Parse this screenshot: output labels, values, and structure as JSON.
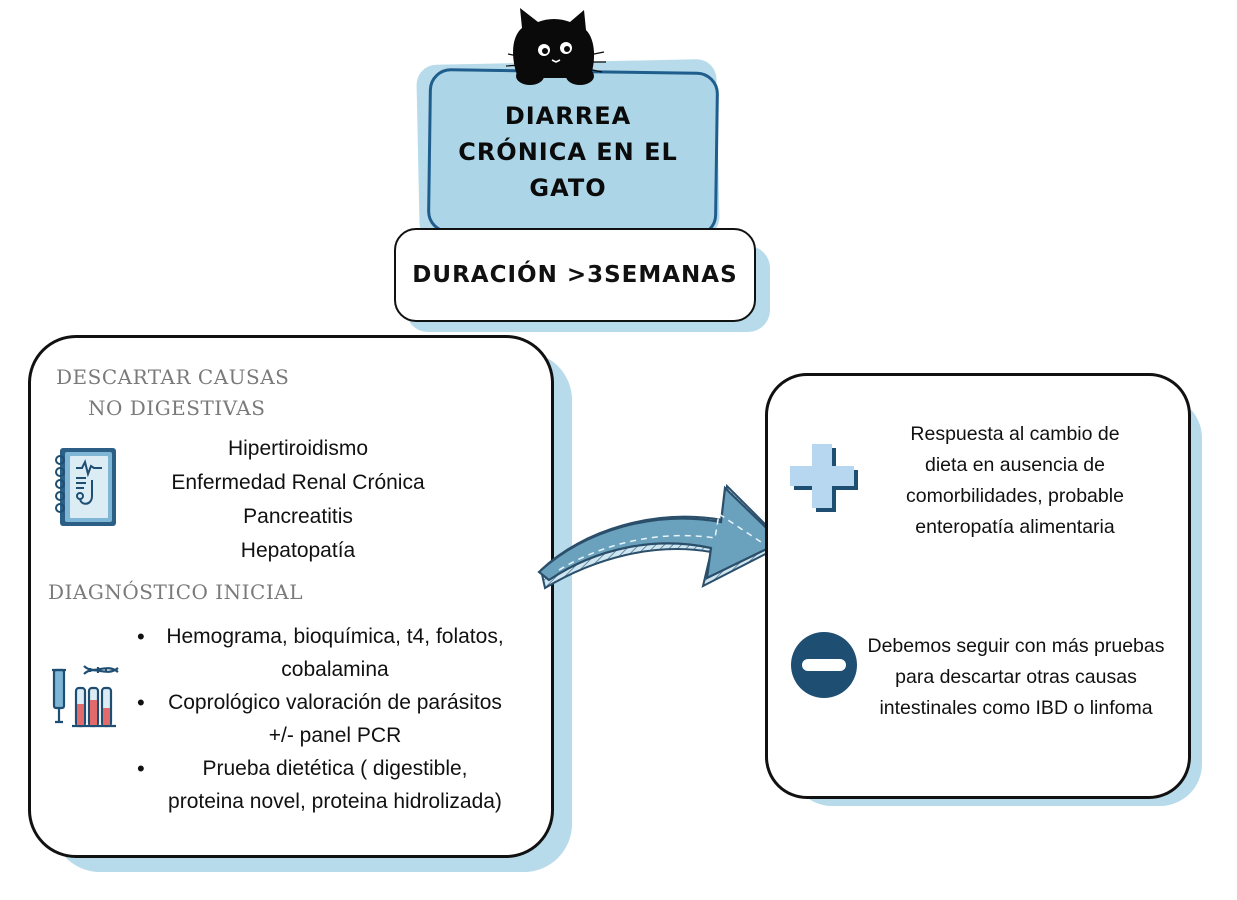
{
  "title": {
    "lines": [
      "DIARREA",
      "CRÓNICA EN EL",
      "GATO"
    ]
  },
  "duration": {
    "label": "DURACIÓN >3SEMANAS"
  },
  "left_panel": {
    "section1_line1": "DESCARTAR CAUSAS",
    "section1_line2": "NO DIGESTIVAS",
    "causes": [
      "Hipertiroidismo",
      "Enfermedad Renal Crónica",
      "Pancreatitis",
      "Hepatopatía"
    ],
    "section2_label": "DIAGNÓSTICO INICIAL",
    "tests": [
      {
        "line1": "Hemograma, bioquímica, t4, folatos,",
        "line2": "cobalamina"
      },
      {
        "line1": "Coprológico valoración de parásitos",
        "line2": "+/- panel PCR"
      },
      {
        "line1": "Prueba dietética ( digestible,",
        "line2": "proteina novel, proteina hidrolizada)"
      }
    ]
  },
  "right_panel": {
    "positive": {
      "icon": "plus-icon",
      "lines": [
        "Respuesta al cambio de",
        "dieta en ausencia de",
        "comorbilidades, probable",
        "enteropatía alimentaria"
      ]
    },
    "negative": {
      "icon": "minus-icon",
      "lines": [
        "Debemos seguir con más pruebas",
        "para descartar otras causas",
        "intestinales como IBD o linfoma"
      ]
    }
  },
  "colors": {
    "accent_light": "#acd6e8",
    "shadow": "#b7dbea",
    "navy": "#1f4e73",
    "border_dark": "#111111"
  }
}
